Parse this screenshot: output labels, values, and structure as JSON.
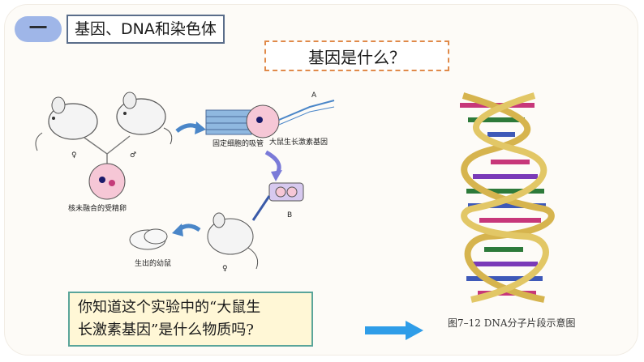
{
  "section": {
    "number": "一",
    "title": "基因、DNA和染色体"
  },
  "question": "基因是什么？",
  "experiment": {
    "label_a": "A",
    "label_b": "B",
    "female_symbol": "♀",
    "male_symbol": "♂",
    "egg_label": "核未融合的受精卵",
    "pipette_label": "固定细胞的吸管",
    "gene_label": "大鼠生长激素基因",
    "offspring_label": "生出的幼鼠",
    "mother_symbol": "♀"
  },
  "callout": {
    "line1": "你知道这个实验中的“大鼠生",
    "line2": "长激素基因”是什么物质吗?"
  },
  "dna_caption": "图7–12  DNA分子片段示意图",
  "colors": {
    "pill": "#9fb6e8",
    "title_border": "#5a6d8a",
    "dashed_border": "#e08a4a",
    "callout_bg": "#fff7d6",
    "callout_border": "#5aa59a",
    "arrow": "#2f9de8",
    "strand": "#d6b44e"
  }
}
